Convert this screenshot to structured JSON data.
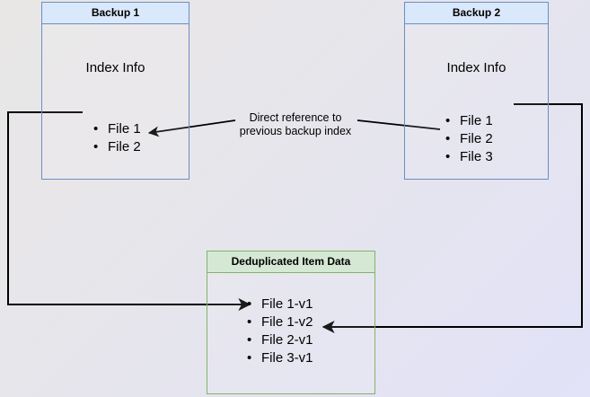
{
  "diagram": {
    "title": "Backup deduplication index reference diagram",
    "background": {
      "gradient_from": "#e9e7e6",
      "gradient_to": "#e2e2f8"
    },
    "colors": {
      "blue_border": "#6c8ebf",
      "blue_fill": "#dae8fc",
      "green_border": "#82b366",
      "green_fill": "#d5e8d4",
      "edge_stroke": "#000000"
    },
    "nodes": [
      {
        "id": "backup1",
        "header": "Backup 1",
        "section_title": "Index Info",
        "items": [
          "File 1",
          "File 2"
        ]
      },
      {
        "id": "backup2",
        "header": "Backup 2",
        "section_title": "Index Info",
        "items": [
          "File 1",
          "File 2",
          "File 3"
        ]
      },
      {
        "id": "dedup",
        "header": "Deduplicated Item Data",
        "items": [
          "File 1-v1",
          "File 1-v2",
          "File 2-v1",
          "File 3-v1"
        ]
      }
    ],
    "edge_labels": [
      {
        "id": "direct-reference",
        "text": "Direct reference to\nprevious backup index"
      }
    ]
  }
}
